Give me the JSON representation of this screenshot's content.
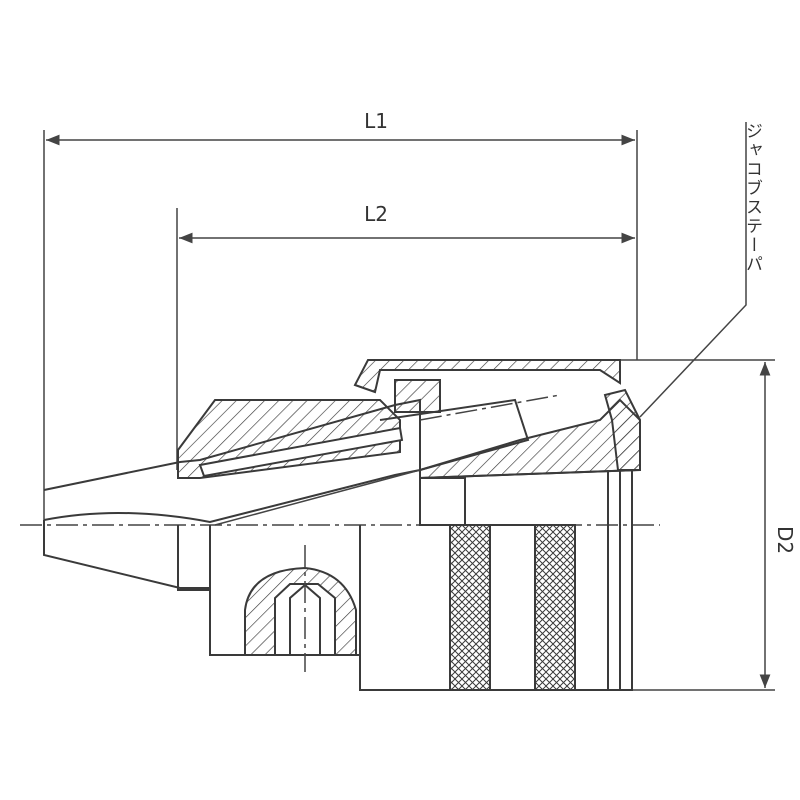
{
  "drawing": {
    "dimensions": {
      "overall_length_label": "L1",
      "body_length_label": "L2",
      "diameter_label": "D2"
    },
    "callout": {
      "label": "ジャコブステーパ"
    },
    "colors": {
      "line": "#3a3a3a",
      "background": "#ffffff"
    }
  }
}
